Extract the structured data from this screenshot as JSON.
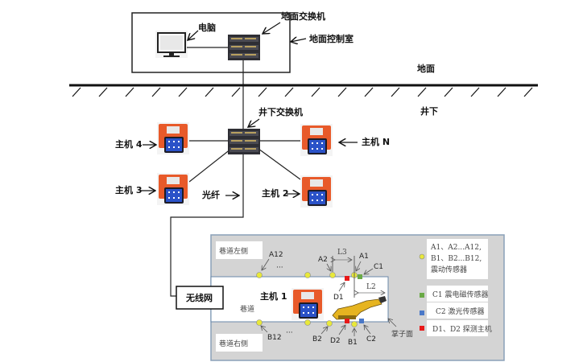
{
  "control_room": {
    "computer_label": "电脑",
    "surface_switch_label": "地面交换机",
    "control_room_label": "地面控制室"
  },
  "ground": {
    "above_label": "地面",
    "below_label": "井下"
  },
  "underground": {
    "switch_label": "井下交换机",
    "hosts": [
      {
        "label": "主机 4"
      },
      {
        "label": "主机 N"
      },
      {
        "label": "主机 3"
      },
      {
        "label": "主机 2"
      }
    ],
    "fiber_label": "光纤",
    "wireless_label": "无线网"
  },
  "tunnel": {
    "left_side_label": "巷道左侧",
    "right_side_label": "巷道右侧",
    "roadway_label": "巷道",
    "host1_label": "主机 1",
    "face_label": "掌子面",
    "ellipsis": "···",
    "sensors_top": [
      "A12",
      "A2",
      "A1",
      "C1"
    ],
    "sensors_bottom": [
      "B12",
      "B2",
      "D2",
      "B1",
      "C2"
    ],
    "d1_label": "D1",
    "dims": {
      "l3": "L3",
      "l2": "L2"
    }
  },
  "legend": [
    {
      "lines": [
        "A1、A2...A12,",
        "B1、B2...B12,",
        "震动传感器"
      ],
      "color": "#e8e83a",
      "shape": "circle"
    },
    {
      "lines": [
        "C1 震电磁传感器"
      ],
      "color": "#6aaa46",
      "shape": "square"
    },
    {
      "lines": [
        "C2 激光传感器"
      ],
      "color": "#4a78c8",
      "shape": "square"
    },
    {
      "lines": [
        "D1、D2 探测主机"
      ],
      "color": "#e81818",
      "shape": "square"
    }
  ],
  "colors": {
    "vibration_sensor": "#e8e83a",
    "em_sensor": "#6aaa46",
    "laser_sensor": "#4a78c8",
    "detector_host": "#e81818",
    "host_body": "#e85a2a",
    "panel_bg": "#d4d4d4"
  }
}
